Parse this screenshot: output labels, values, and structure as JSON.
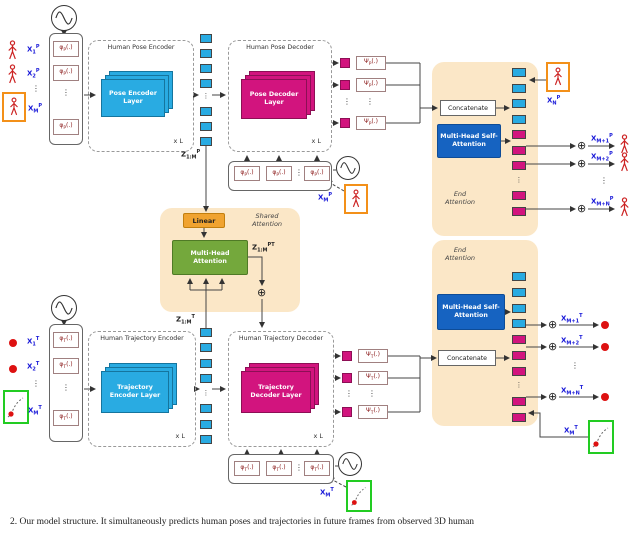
{
  "caption": "2. Our model structure. It simultaneously predicts human poses and trajectories in future frames from observed 3D human",
  "misc": {
    "oplus": "⊕",
    "vdots": "⋮"
  },
  "colors": {
    "encoder_cyan": "#29ABE2",
    "decoder_magenta": "#D2147E",
    "attention_blue": "#1663C1",
    "mha_green": "#74A83C",
    "linear_orange": "#F0A330",
    "attention_background_peach": "#FBE7C7",
    "label_blue": "#1616D8",
    "operator_maroon": "#8B1A1A",
    "skeleton_red": "#CC2222",
    "trajectory_dot_red": "#DD1111",
    "pose_box_orange": "#F39019",
    "trajectory_box_green": "#22CC22"
  },
  "stacks": {
    "pose_latent": [
      "cy",
      "cy",
      "cy",
      "cy",
      "dots",
      "cy",
      "cy",
      "cy"
    ],
    "traj_latent": [
      "cy",
      "cy",
      "cy",
      "cy",
      "dots",
      "cy",
      "cy",
      "cy"
    ],
    "pose_end": [
      "cy",
      "cy",
      "cy",
      "cy",
      "mg",
      "mg",
      "mg",
      "dots",
      "mg",
      "mg"
    ],
    "traj_end": [
      "cy",
      "cy",
      "cy",
      "cy",
      "mg",
      "mg",
      "mg",
      "dots",
      "mg",
      "mg"
    ]
  },
  "pose": {
    "inputs": [
      {
        "b": "X",
        "s": "1",
        "p": "P"
      },
      {
        "b": "X",
        "s": "2",
        "p": "P"
      },
      {
        "b": "X",
        "s": "M",
        "p": "P"
      }
    ],
    "phi": {
      "b": "φ",
      "s": "P",
      "post": "(.)"
    },
    "encoder": {
      "title": "Human Pose Encoder",
      "layer": "Pose Encoder Layer",
      "repeat": "x L"
    },
    "latent": {
      "b": "Z",
      "s": "1:M",
      "p": "P"
    },
    "decoder": {
      "title": "Human Pose Decoder",
      "layer": "Pose Decoder Layer",
      "repeat": "x L"
    },
    "psi": {
      "b": "Ψ",
      "s": "P",
      "post": "(.)"
    },
    "concatenate": "Concatenate",
    "mhsa": "Multi-Head Self-Attention",
    "end_attention": "End Attention",
    "query": {
      "b": "X",
      "s": "N",
      "p": "P"
    },
    "outputs": [
      {
        "b": "X",
        "s": "M+1",
        "p": "P"
      },
      {
        "b": "X",
        "s": "M+2",
        "p": "P"
      },
      {
        "b": "X",
        "s": "M+N",
        "p": "P"
      }
    ],
    "xm": {
      "b": "X",
      "s": "M",
      "p": "P"
    }
  },
  "shared": {
    "linear": "Linear",
    "title": "Shared Attention",
    "mha": "Multi-Head Attention",
    "latent": {
      "b": "Z",
      "s": "1:M",
      "p": "PT"
    }
  },
  "traj": {
    "inputs": [
      {
        "b": "X",
        "s": "1",
        "p": "T"
      },
      {
        "b": "X",
        "s": "2",
        "p": "T"
      },
      {
        "b": "X",
        "s": "M",
        "p": "T"
      }
    ],
    "phi": {
      "b": "φ",
      "s": "T",
      "post": "(.)"
    },
    "encoder": {
      "title": "Human Trajectory Encoder",
      "layer": "Trajectory Encoder Layer",
      "repeat": "x L"
    },
    "latent": {
      "b": "Z",
      "s": "1:M",
      "p": "T"
    },
    "decoder": {
      "title": "Human Trajectory Decoder",
      "layer": "Trajectory Decoder Layer",
      "repeat": "x L"
    },
    "psi": {
      "b": "Ψ",
      "s": "T",
      "post": "(.)"
    },
    "concatenate": "Concatenate",
    "mhsa": "Multi-Head Self-Attention",
    "end_attention": "End Attention",
    "query": {
      "b": "X",
      "s": "M",
      "p": "T"
    },
    "outputs": [
      {
        "b": "X",
        "s": "M+1",
        "p": "T"
      },
      {
        "b": "X",
        "s": "M+2",
        "p": "T"
      },
      {
        "b": "X",
        "s": "M+N",
        "p": "T"
      }
    ],
    "xm": {
      "b": "X",
      "s": "M",
      "p": "T"
    }
  }
}
